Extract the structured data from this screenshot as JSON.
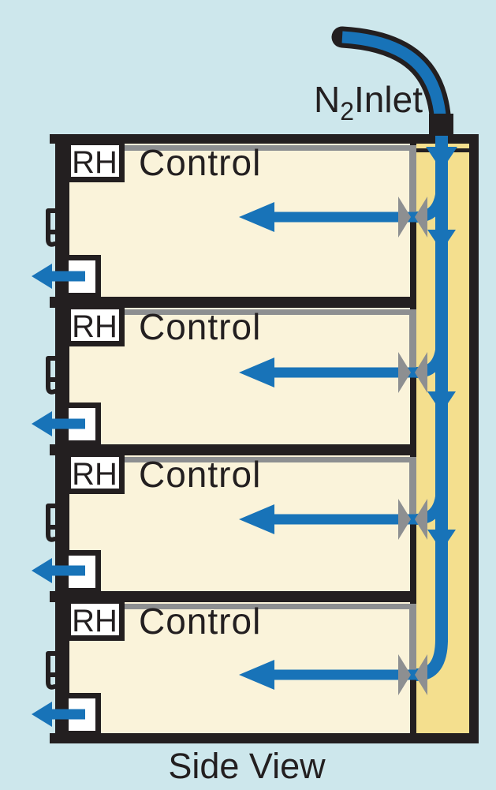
{
  "caption": "Side View",
  "inlet": {
    "gas": "N",
    "gas_subscript": "2",
    "label": "Inlet"
  },
  "shelves": [
    {
      "id": 1,
      "sensor_label": "RH",
      "control_label": "Control"
    },
    {
      "id": 2,
      "sensor_label": "RH",
      "control_label": "Control"
    },
    {
      "id": 3,
      "sensor_label": "RH",
      "control_label": "Control"
    },
    {
      "id": 4,
      "sensor_label": "RH",
      "control_label": "Control"
    }
  ],
  "icons": {
    "valve": "bowtie valve",
    "flow_arrow": "left-pointing flow arrow",
    "down_arrow": "downward flow arrow",
    "handle": "door latch handle",
    "outlet_port": "exhaust outlet port"
  },
  "colors": {
    "background": "#cde7ec",
    "cabinet_fill": "#faf3da",
    "plenum_fill": "#f4df8e",
    "flow_blue": "#1873b8",
    "hardware_gray": "#8d8f91",
    "outline": "#231f20",
    "port_white": "#ffffff"
  }
}
